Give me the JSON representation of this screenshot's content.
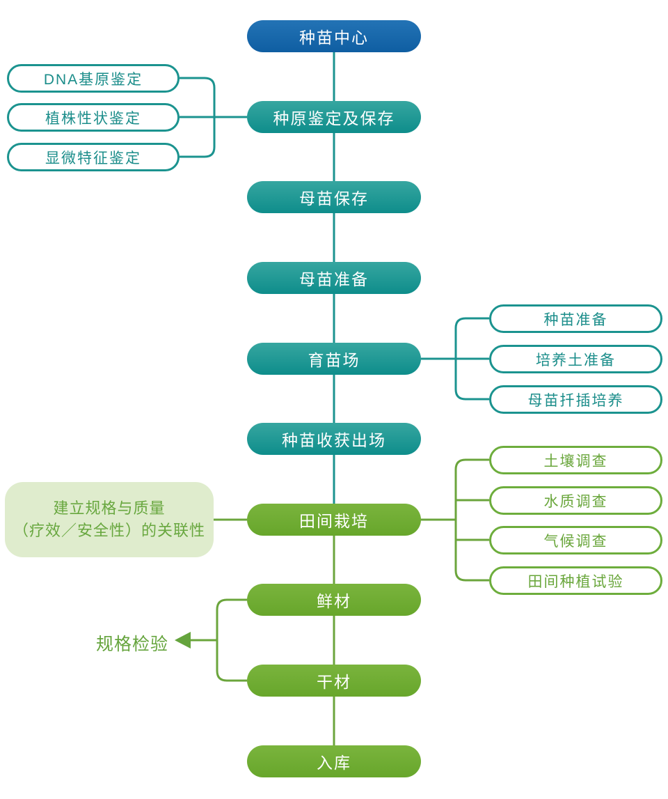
{
  "colors": {
    "blue_node": "#1566a9",
    "teal_node": "#1b9794",
    "green_node": "#6dac31",
    "teal_line": "#1b938f",
    "green_line": "#6ba53c",
    "note_bg": "#dfeccd",
    "note_text": "#68a73f"
  },
  "flow": {
    "main": [
      {
        "label": "种苗中心",
        "variant": "blue"
      },
      {
        "label": "种原鉴定及保存",
        "variant": "teal"
      },
      {
        "label": "母苗保存",
        "variant": "teal"
      },
      {
        "label": "母苗准备",
        "variant": "teal"
      },
      {
        "label": "育苗场",
        "variant": "teal"
      },
      {
        "label": "种苗收获出场",
        "variant": "teal"
      },
      {
        "label": "田间栽培",
        "variant": "green"
      },
      {
        "label": "鲜材",
        "variant": "green"
      },
      {
        "label": "干材",
        "variant": "green"
      },
      {
        "label": "入库",
        "variant": "green"
      }
    ],
    "identification_boxes": [
      {
        "label": "DNA基原鉴定"
      },
      {
        "label": "植株性状鉴定"
      },
      {
        "label": "显微特征鉴定"
      }
    ],
    "nursery_boxes": [
      {
        "label": "种苗准备"
      },
      {
        "label": "培养土准备"
      },
      {
        "label": "母苗扦插培养"
      }
    ],
    "field_boxes": [
      {
        "label": "土壤调查"
      },
      {
        "label": "水质调查"
      },
      {
        "label": "气候调查"
      },
      {
        "label": "田间种植试验"
      }
    ],
    "note_box": {
      "line1": "建立规格与质量",
      "line2": "（疗效／安全性）的关联性"
    },
    "spec_inspection_label": "规格检验"
  }
}
